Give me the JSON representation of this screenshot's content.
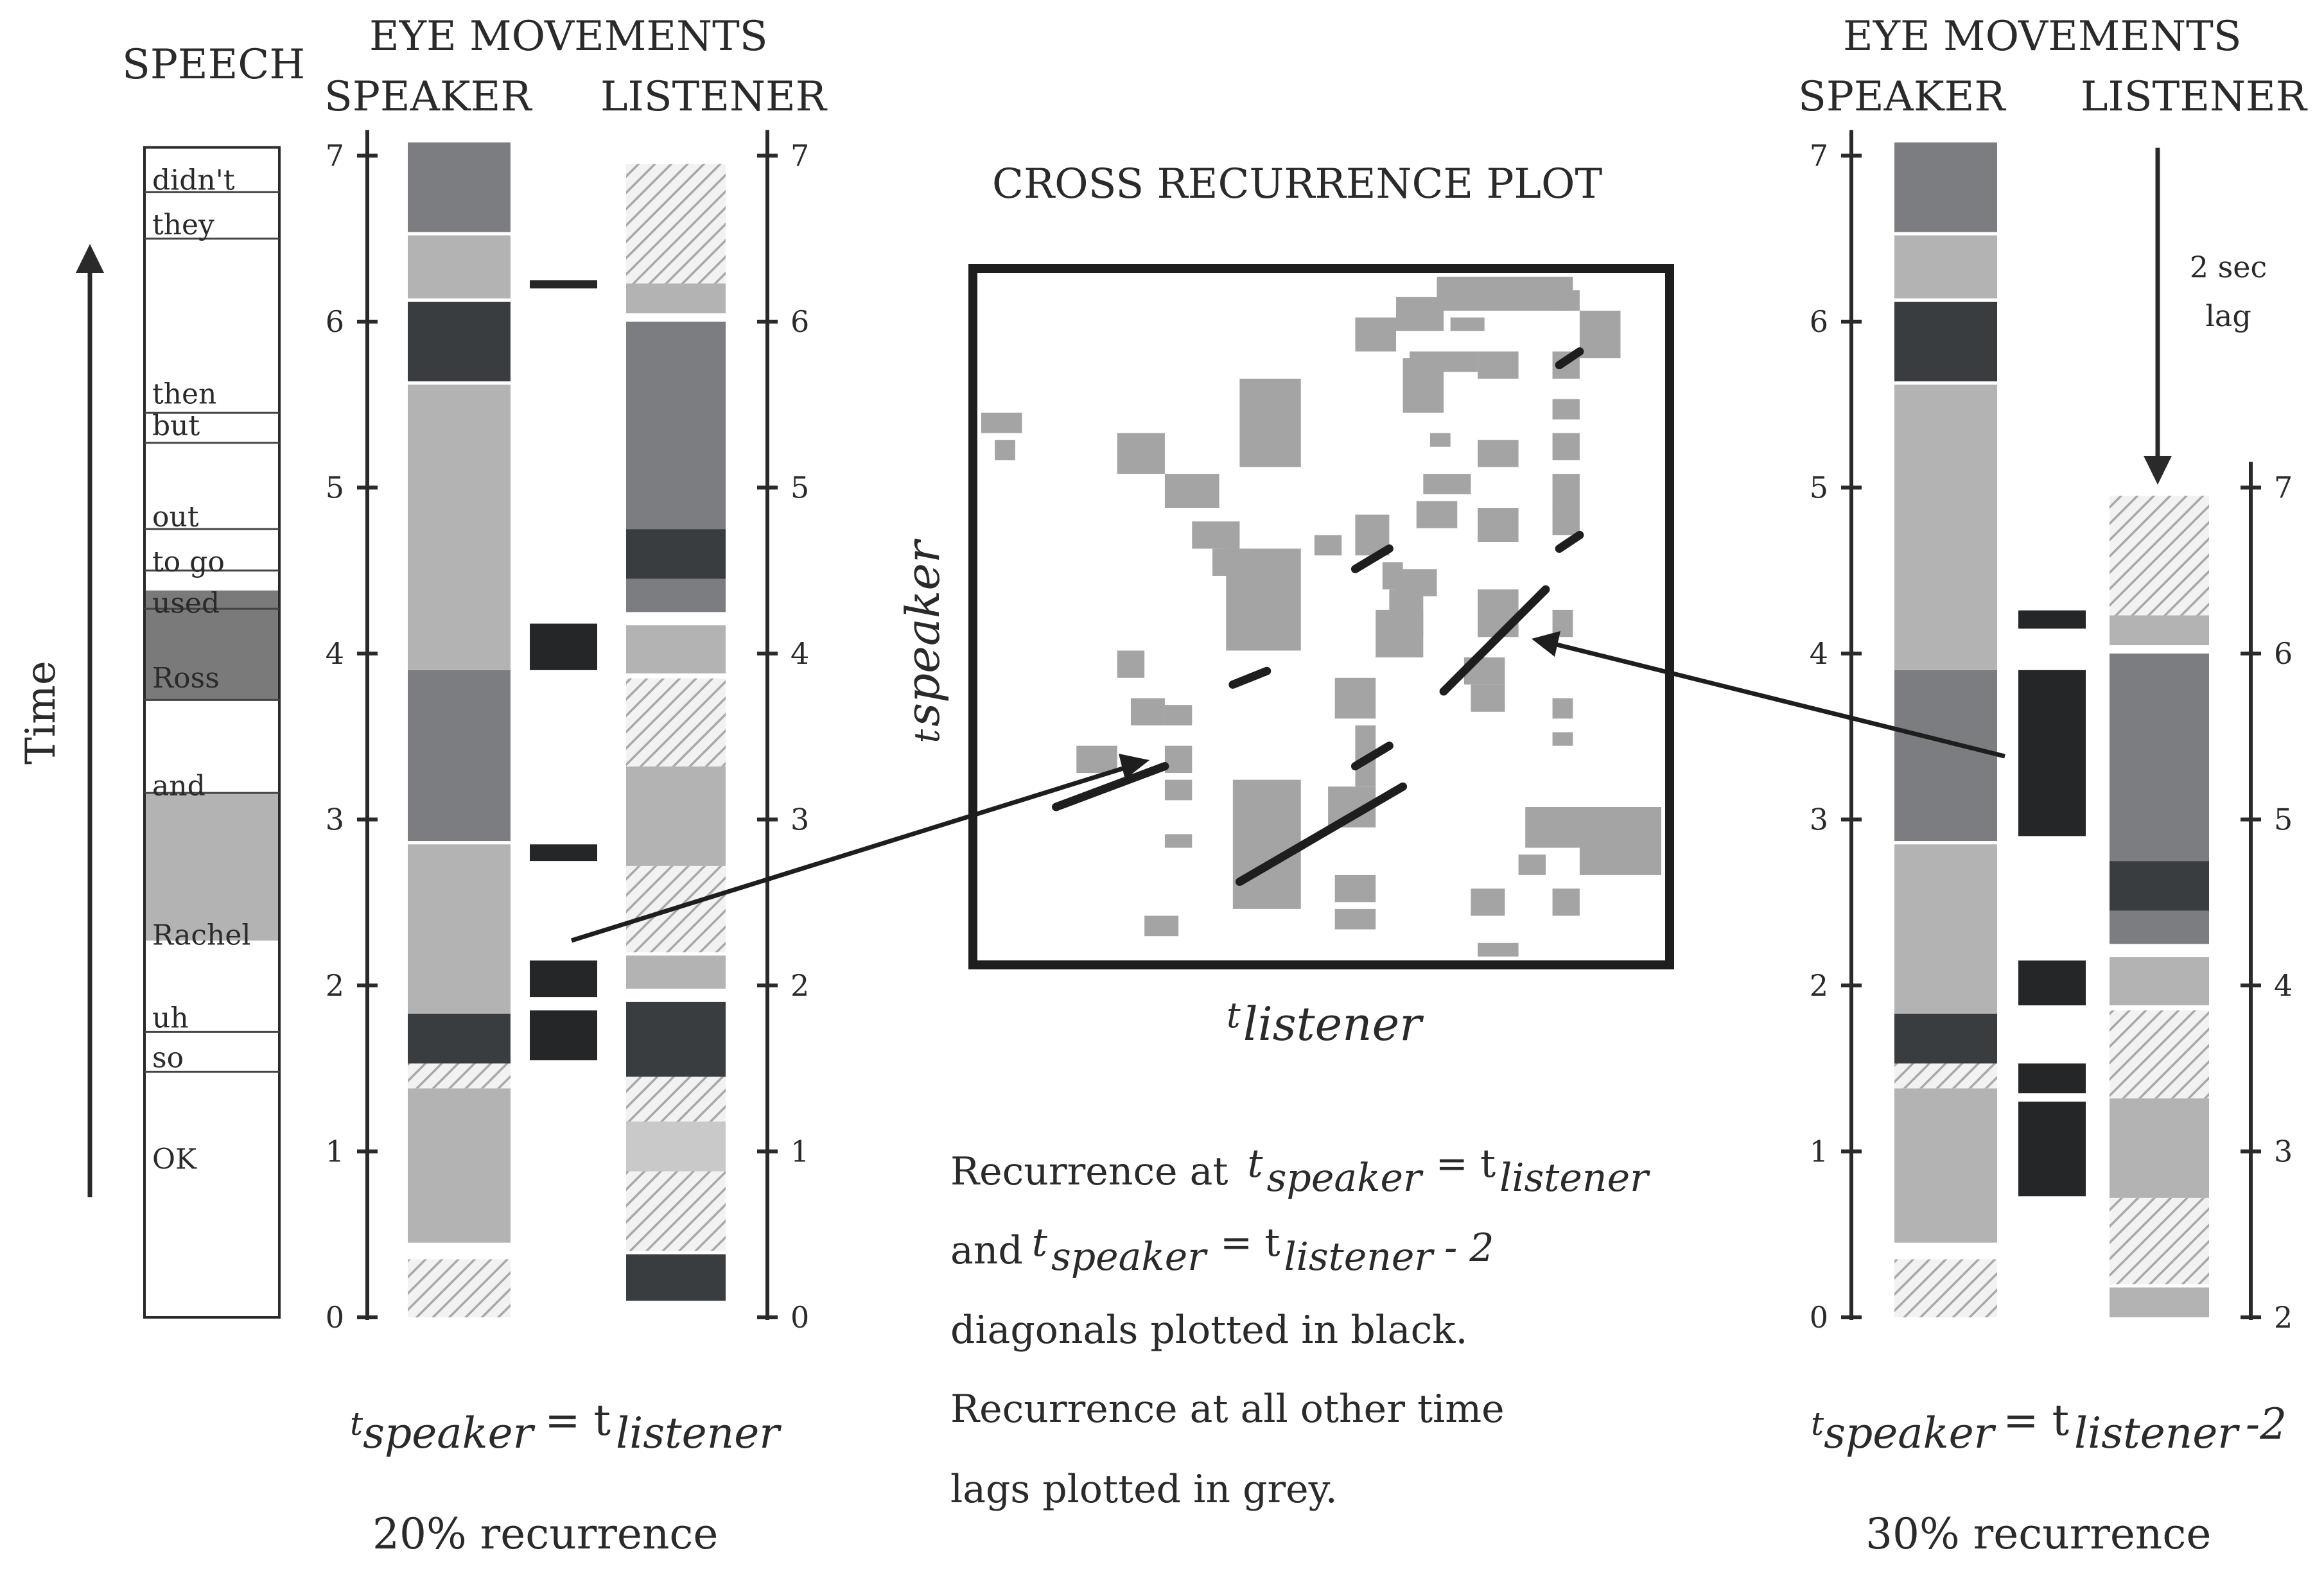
{
  "colors": {
    "g1": "#c9c9c9",
    "g2": "#b3b3b3",
    "g3": "#7b7d80",
    "g4": "#3a3d40",
    "g5": "#242628",
    "hatch": "#a8a8a8",
    "crp_grey": "#a4a4a4",
    "crp_black": "#1e1e1e",
    "frame": "#1e1e1e",
    "speech_highlight_dark": "#7a7a7a",
    "speech_highlight_light": "#b3b3b3"
  },
  "left_panel": {
    "speech_title": "SPEECH",
    "eye_title": "EYE MOVEMENTS",
    "speaker_label": "SPEAKER",
    "listener_label": "LISTENER",
    "time_label": "Time",
    "left_ticks": [
      "0",
      "1",
      "2",
      "3",
      "4",
      "5",
      "6",
      "7"
    ],
    "right_ticks": [
      "0",
      "1",
      "2",
      "3",
      "4",
      "5",
      "6",
      "7"
    ],
    "speech_words": [
      {
        "word": "didn't",
        "t": 6.85
      },
      {
        "word": "they",
        "t": 6.58
      },
      {
        "word": "then",
        "t": 5.56
      },
      {
        "word": "but",
        "t": 5.37
      },
      {
        "word": "out",
        "t": 4.82
      },
      {
        "word": "to go",
        "t": 4.55
      },
      {
        "word": "used",
        "t": 4.3
      },
      {
        "word": "Ross",
        "t": 3.85,
        "highlight": "dark"
      },
      {
        "word": "and",
        "t": 3.2
      },
      {
        "word": "Rachel",
        "t": 2.3,
        "highlight": "light"
      },
      {
        "word": "uh",
        "t": 1.8
      },
      {
        "word": "so",
        "t": 1.56
      },
      {
        "word": "OK",
        "t": 0.95
      }
    ],
    "caption_t1": "t",
    "caption_speaker": "speaker",
    "caption_eq": "= t",
    "caption_listener": "listener",
    "recurrence_text": "20% recurrence",
    "recurrence_pct": 20
  },
  "center": {
    "title": "CROSS RECURRENCE PLOT",
    "y_label_t": "t",
    "y_label_sub": "speaker",
    "x_label_t": "t",
    "x_label_sub": "listener",
    "desc_line1_a": "Recurrence at",
    "desc_t": "t",
    "desc_speaker": "speaker",
    "desc_eq": "= t",
    "desc_listener": "listener",
    "desc_line2_a": "and",
    "desc_lag": "- 2",
    "desc_line3": "diagonals plotted in black.",
    "desc_line4": "Recurrence at all other time",
    "desc_line5": "lags plotted in grey."
  },
  "right_panel": {
    "eye_title": "EYE MOVEMENTS",
    "speaker_label": "SPEAKER",
    "listener_label": "LISTENER",
    "lag_line1": "2 sec",
    "lag_line2": "lag",
    "left_ticks": [
      "0",
      "1",
      "2",
      "3",
      "4",
      "5",
      "6",
      "7"
    ],
    "right_ticks": [
      "2",
      "3",
      "4",
      "5",
      "6",
      "7"
    ],
    "caption_t1": "t",
    "caption_speaker": "speaker",
    "caption_eq": "= t",
    "caption_listener": "listener",
    "caption_lag": "-2",
    "recurrence_text": "30% recurrence",
    "recurrence_pct": 30
  },
  "speaker_segments": [
    {
      "t0": 0.0,
      "t1": 0.35,
      "fill": "hatch"
    },
    {
      "t0": 0.45,
      "t1": 1.38,
      "fill": "g2"
    },
    {
      "t0": 1.38,
      "t1": 1.53,
      "fill": "hatch"
    },
    {
      "t0": 1.53,
      "t1": 1.83,
      "fill": "g4"
    },
    {
      "t0": 1.83,
      "t1": 2.85,
      "fill": "g2"
    },
    {
      "t0": 2.87,
      "t1": 3.9,
      "fill": "g3"
    },
    {
      "t0": 3.9,
      "t1": 5.62,
      "fill": "g2"
    },
    {
      "t0": 5.64,
      "t1": 6.12,
      "fill": "g4"
    },
    {
      "t0": 6.14,
      "t1": 6.52,
      "fill": "g2"
    },
    {
      "t0": 6.54,
      "t1": 7.08,
      "fill": "g3"
    }
  ],
  "listener_segments": [
    {
      "t0": 0.1,
      "t1": 0.38,
      "fill": "g4"
    },
    {
      "t0": 0.4,
      "t1": 0.88,
      "fill": "hatch"
    },
    {
      "t0": 0.88,
      "t1": 1.18,
      "fill": "g1"
    },
    {
      "t0": 1.18,
      "t1": 1.45,
      "fill": "hatch"
    },
    {
      "t0": 1.45,
      "t1": 1.9,
      "fill": "g4"
    },
    {
      "t0": 1.98,
      "t1": 2.18,
      "fill": "g2"
    },
    {
      "t0": 2.2,
      "t1": 2.72,
      "fill": "hatch"
    },
    {
      "t0": 2.72,
      "t1": 3.32,
      "fill": "g2"
    },
    {
      "t0": 3.32,
      "t1": 3.85,
      "fill": "hatch"
    },
    {
      "t0": 3.88,
      "t1": 4.17,
      "fill": "g2"
    },
    {
      "t0": 4.25,
      "t1": 4.45,
      "fill": "g3"
    },
    {
      "t0": 4.45,
      "t1": 4.75,
      "fill": "g4"
    },
    {
      "t0": 4.75,
      "t1": 6.0,
      "fill": "g3"
    },
    {
      "t0": 6.05,
      "t1": 6.23,
      "fill": "g2"
    },
    {
      "t0": 6.23,
      "t1": 6.95,
      "fill": "hatch"
    }
  ],
  "left_matches": [
    {
      "t0": 1.55,
      "t1": 1.85
    },
    {
      "t0": 1.93,
      "t1": 2.15
    },
    {
      "t0": 2.75,
      "t1": 2.85
    },
    {
      "t0": 3.9,
      "t1": 4.18
    },
    {
      "t0": 6.2,
      "t1": 6.25
    }
  ],
  "right_matches": [
    {
      "t0": 0.73,
      "t1": 1.3
    },
    {
      "t0": 1.35,
      "t1": 1.53
    },
    {
      "t0": 1.88,
      "t1": 2.15
    },
    {
      "t0": 2.9,
      "t1": 3.9
    },
    {
      "t0": 4.15,
      "t1": 4.26
    }
  ],
  "crp_grey_blocks": [
    [
      0.0,
      0.2,
      0.06,
      0.23
    ],
    [
      0.02,
      0.24,
      0.05,
      0.27
    ],
    [
      0.2,
      0.23,
      0.27,
      0.29
    ],
    [
      0.27,
      0.29,
      0.35,
      0.34
    ],
    [
      0.31,
      0.36,
      0.38,
      0.4
    ],
    [
      0.34,
      0.4,
      0.4,
      0.44
    ],
    [
      0.38,
      0.46,
      0.43,
      0.49
    ],
    [
      0.2,
      0.55,
      0.24,
      0.59
    ],
    [
      0.22,
      0.62,
      0.27,
      0.66
    ],
    [
      0.14,
      0.69,
      0.2,
      0.73
    ],
    [
      0.27,
      0.63,
      0.31,
      0.66
    ],
    [
      0.27,
      0.69,
      0.31,
      0.73
    ],
    [
      0.27,
      0.74,
      0.31,
      0.77
    ],
    [
      0.27,
      0.82,
      0.31,
      0.84
    ],
    [
      0.24,
      0.94,
      0.29,
      0.97
    ],
    [
      0.37,
      0.74,
      0.47,
      0.93
    ],
    [
      0.36,
      0.4,
      0.47,
      0.55
    ],
    [
      0.38,
      0.15,
      0.47,
      0.28
    ],
    [
      0.52,
      0.93,
      0.58,
      0.96
    ],
    [
      0.52,
      0.88,
      0.58,
      0.92
    ],
    [
      0.51,
      0.75,
      0.58,
      0.81
    ],
    [
      0.55,
      0.66,
      0.58,
      0.75
    ],
    [
      0.52,
      0.59,
      0.58,
      0.65
    ],
    [
      0.55,
      0.35,
      0.6,
      0.41
    ],
    [
      0.61,
      0.43,
      0.67,
      0.47
    ],
    [
      0.64,
      0.33,
      0.7,
      0.37
    ],
    [
      0.62,
      0.12,
      0.68,
      0.2
    ],
    [
      0.59,
      0.42,
      0.62,
      0.46
    ],
    [
      0.49,
      0.38,
      0.53,
      0.41
    ],
    [
      0.55,
      0.06,
      0.61,
      0.11
    ],
    [
      0.61,
      0.03,
      0.68,
      0.08
    ],
    [
      0.63,
      0.11,
      0.73,
      0.14
    ],
    [
      0.6,
      0.46,
      0.65,
      0.53
    ],
    [
      0.66,
      0.23,
      0.69,
      0.25
    ],
    [
      0.58,
      0.49,
      0.65,
      0.56
    ],
    [
      0.73,
      0.11,
      0.79,
      0.15
    ],
    [
      0.73,
      0.24,
      0.79,
      0.28
    ],
    [
      0.73,
      0.34,
      0.79,
      0.39
    ],
    [
      0.65,
      0.29,
      0.72,
      0.32
    ],
    [
      0.69,
      0.06,
      0.74,
      0.08
    ],
    [
      0.73,
      0.46,
      0.79,
      0.53
    ],
    [
      0.72,
      0.6,
      0.77,
      0.64
    ],
    [
      0.71,
      0.56,
      0.77,
      0.6
    ],
    [
      0.72,
      0.9,
      0.77,
      0.94
    ],
    [
      0.8,
      0.78,
      1.0,
      0.84
    ],
    [
      0.79,
      0.85,
      0.83,
      0.88
    ],
    [
      0.84,
      0.02,
      0.88,
      0.05
    ],
    [
      0.84,
      0.11,
      0.88,
      0.15
    ],
    [
      0.84,
      0.18,
      0.88,
      0.21
    ],
    [
      0.84,
      0.23,
      0.88,
      0.27
    ],
    [
      0.84,
      0.29,
      0.88,
      0.34
    ],
    [
      0.84,
      0.34,
      0.88,
      0.38
    ],
    [
      0.84,
      0.49,
      0.87,
      0.53
    ],
    [
      0.84,
      0.62,
      0.87,
      0.65
    ],
    [
      0.84,
      0.67,
      0.87,
      0.69
    ],
    [
      0.84,
      0.9,
      0.88,
      0.94
    ],
    [
      0.67,
      0.0,
      0.87,
      0.05
    ],
    [
      0.73,
      0.98,
      0.79,
      1.0
    ],
    [
      0.88,
      0.05,
      0.94,
      0.12
    ],
    [
      0.88,
      0.82,
      1.0,
      0.88
    ]
  ],
  "crp_diagonals": [
    [
      0.11,
      0.78,
      0.27,
      0.72
    ],
    [
      0.38,
      0.89,
      0.62,
      0.75
    ],
    [
      0.37,
      0.6,
      0.42,
      0.58
    ],
    [
      0.55,
      0.72,
      0.6,
      0.69
    ],
    [
      0.55,
      0.43,
      0.6,
      0.4
    ],
    [
      0.68,
      0.61,
      0.83,
      0.46
    ],
    [
      0.85,
      0.4,
      0.88,
      0.38
    ],
    [
      0.85,
      0.13,
      0.88,
      0.11
    ]
  ]
}
